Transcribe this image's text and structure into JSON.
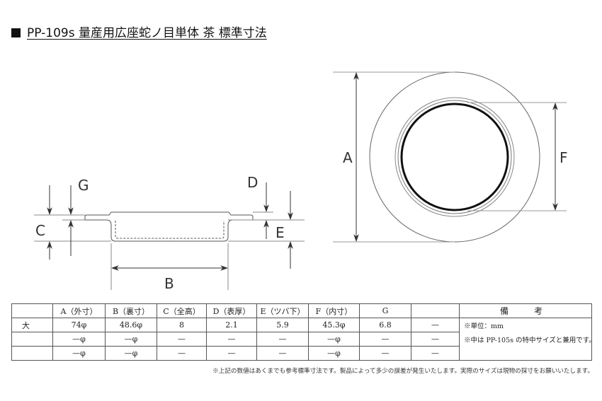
{
  "title": "PP-109s 量産用広座蛇ノ目単体 茶 標準寸法",
  "dimension_letters": {
    "a": "A",
    "b": "B",
    "c": "C",
    "d": "D",
    "e": "E",
    "f": "F",
    "g": "G"
  },
  "table": {
    "headers": [
      "A（外寸）",
      "B（裏寸）",
      "C（全高）",
      "D（表厚）",
      "E（ツバ下）",
      "F（内寸）",
      "G",
      "",
      "備　考"
    ],
    "rows": [
      {
        "label": "大",
        "cells": [
          "74φ",
          "48.6φ",
          "8",
          "2.1",
          "5.9",
          "45.3φ",
          "6.8",
          "—"
        ]
      },
      {
        "label": "",
        "cells": [
          "—φ",
          "—φ",
          "—",
          "—",
          "—",
          "—φ",
          "—",
          "—"
        ]
      },
      {
        "label": "",
        "cells": [
          "—φ",
          "—φ",
          "—",
          "—",
          "—",
          "—φ",
          "—",
          "—"
        ]
      }
    ],
    "notes": [
      "※単位：mm",
      "※中は PP-105s の特中サイズと兼用です。"
    ]
  },
  "footnote": "※上記の数値はあくまでも参考標準寸法です。製品によって多少の誤差が発生いたします。実際のサイズは現物の採寸をお願いいたします。"
}
